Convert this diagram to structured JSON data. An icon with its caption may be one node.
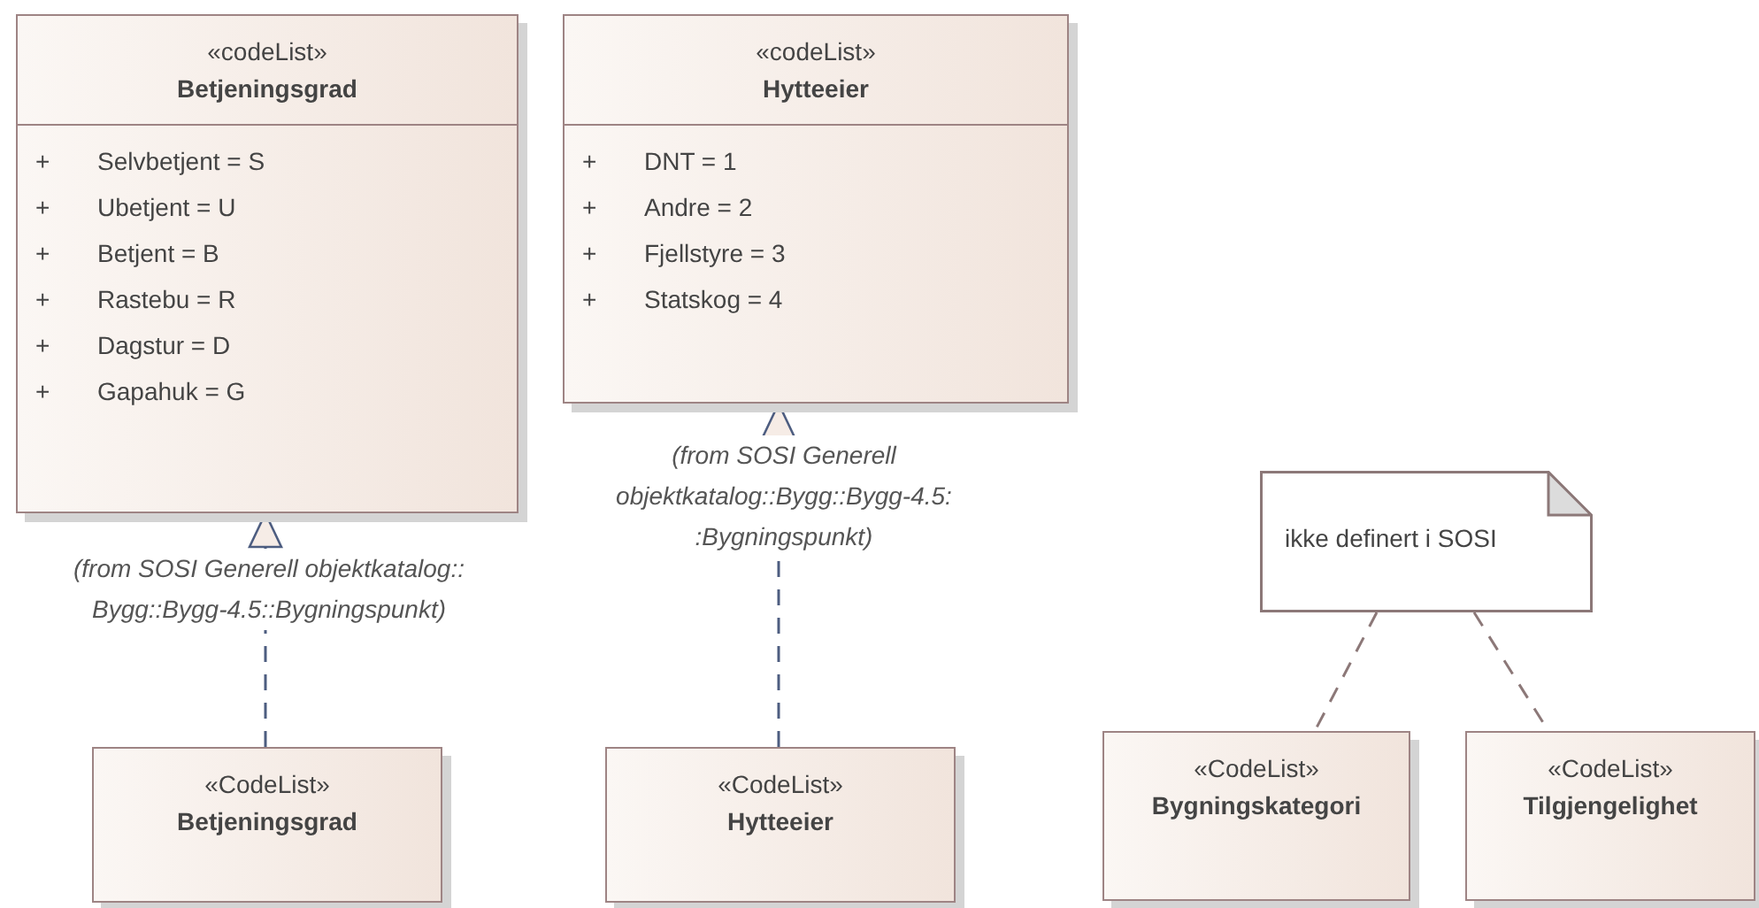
{
  "diagram": {
    "nodes": [
      {
        "text": [
          "«codeList»",
          "Betjeningsgrad",
          "+",
          "Selvbetjent = S",
          "+",
          "Ubetjent = U",
          "+",
          "Betjent = B",
          "+",
          "Rastebu = R",
          "+",
          "Dagstur = D",
          "+",
          "Gapahuk = G"
        ],
        "beside": [
          "(from SOSI Generell objektkatalog:: Bygg::Bygg-4.5::Bygningspunkt)"
        ]
      },
      {
        "text": [
          "«codeList»",
          "Hytteeier",
          "+",
          "DNT = 1",
          "+",
          "Andre = 2",
          "+",
          "Fjellstyre = 3",
          "+",
          "Statskog = 4"
        ],
        "beside": [
          "(from SOSI Generell objektkatalog::Bygg::Bygg-4.5: :Bygningspunkt)"
        ]
      },
      {
        "text": [
          "ikke definert i SOSI"
        ]
      },
      {
        "text": [
          "«CodeList»",
          "Betjeningsgrad"
        ]
      },
      {
        "text": [
          "«CodeList»",
          "Hytteeier"
        ]
      },
      {
        "text": [
          "«CodeList»",
          "Bygningskategori"
        ]
      },
      {
        "text": [
          "«CodeList»",
          "Tilgjengelighet"
        ]
      }
    ],
    "edges": [
      {
        "from": 3,
        "to": 0,
        "arrow": "to",
        "style": "dashed"
      },
      {
        "from": 4,
        "to": 1,
        "arrow": "to",
        "style": "dashed"
      },
      {
        "from": 2,
        "to": 5,
        "arrow": "none",
        "style": "dashed",
        "color": "#8c7878"
      },
      {
        "from": 2,
        "to": 6,
        "arrow": "none",
        "style": "dashed",
        "color": "#8c7878"
      }
    ]
  }
}
